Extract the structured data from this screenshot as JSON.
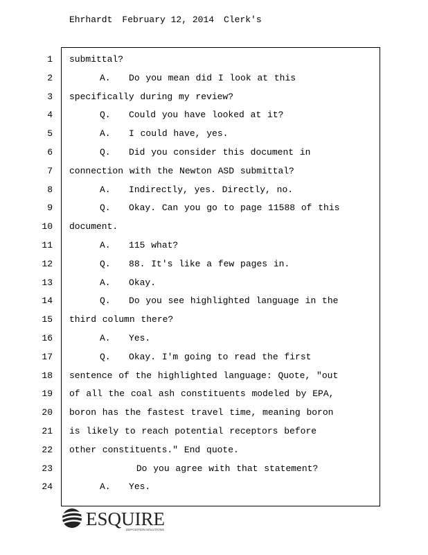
{
  "header": {
    "overlapping_texts": [
      "Ehrhardt",
      "February 12, 2014",
      "Clerk's"
    ]
  },
  "lines": [
    "submittal?",
    "     A.   Do you mean did I look at this",
    "specifically during my review?",
    "     Q.   Could you have looked at it?",
    "     A.   I could have, yes.",
    "     Q.   Did you consider this document in",
    "connection with the Newton ASD submittal?",
    "     A.   Indirectly, yes. Directly, no.",
    "     Q.   Okay. Can you go to page 11588 of this",
    "document.",
    "     A.   115 what?",
    "     Q.   88. It's like a few pages in.",
    "     A.   Okay.",
    "     Q.   Do you see highlighted language in the",
    "third column there?",
    "     A.   Yes.",
    "     Q.   Okay. I'm going to read the first",
    "sentence of the highlighted language: Quote, \"out",
    "of all the coal ash constituents modeled by EPA,",
    "boron has the fastest travel time, meaning boron",
    "is likely to reach potential receptors before",
    "other constituents.\" End quote.",
    "           Do you agree with that statement?",
    "     A.   Yes."
  ],
  "logo": {
    "name": "ESQUIRE",
    "tagline": "DEPOSITION SOLUTIONS"
  }
}
